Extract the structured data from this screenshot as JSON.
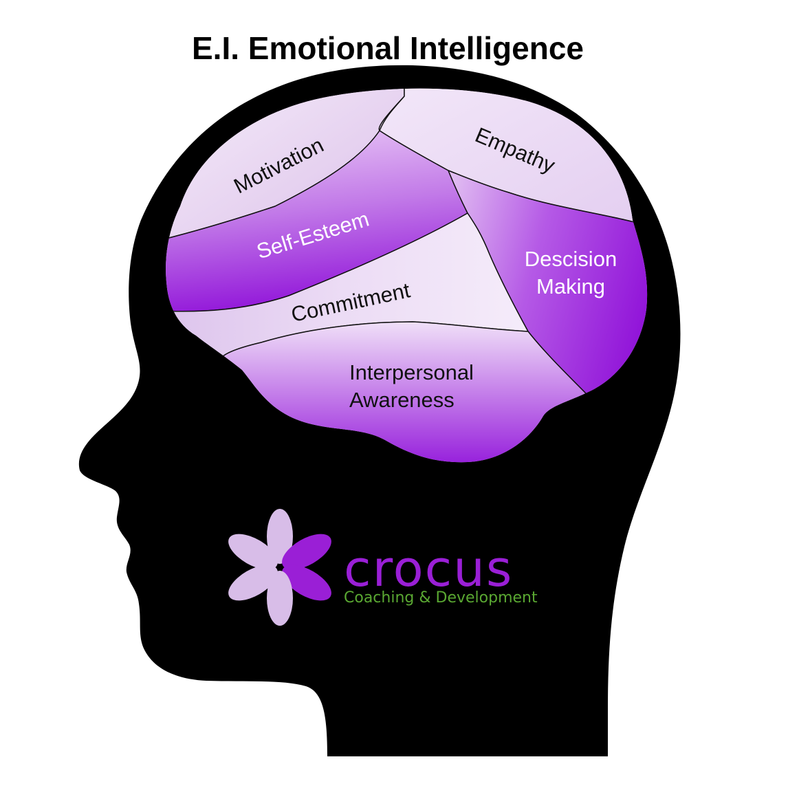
{
  "title": "E.I. Emotional Intelligence",
  "regions": {
    "motivation": "Motivation",
    "empathy": "Empathy",
    "self_esteem": "Self-Esteem",
    "decision_line1": "Descision",
    "decision_line2": "Making",
    "commitment": "Commitment",
    "interpersonal_line1": "Interpersonal",
    "interpersonal_line2": "Awareness"
  },
  "logo": {
    "word": "crocus",
    "tagline": "Coaching & Development"
  },
  "colors": {
    "background": "#ffffff",
    "silhouette": "#000000",
    "light_region": "#eddcf4",
    "deep_purple": "#9b1be0",
    "logo_purple": "#9a1fd6",
    "logo_green": "#5aa832",
    "petal_light": "#d8bde8"
  }
}
